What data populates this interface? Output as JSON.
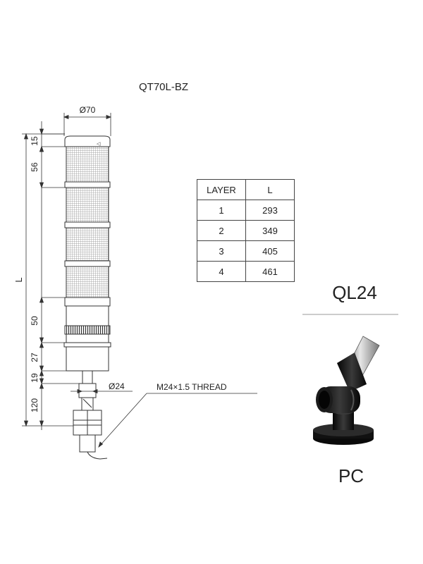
{
  "model": "QT70L-BZ",
  "dims": {
    "diameter_top": "Ø70",
    "overall": "L",
    "cap": "15",
    "layer": "56",
    "base": "50",
    "collar": "27",
    "neck": "19",
    "stem": "120",
    "stem_diameter": "Ø24",
    "thread": "M24×1.5 THREAD"
  },
  "table": {
    "headers": [
      "LAYER",
      "L"
    ],
    "rows": [
      [
        "1",
        "293"
      ],
      [
        "2",
        "349"
      ],
      [
        "3",
        "405"
      ],
      [
        "4",
        "461"
      ]
    ]
  },
  "accessory": {
    "title": "QL24",
    "material": "PC"
  }
}
